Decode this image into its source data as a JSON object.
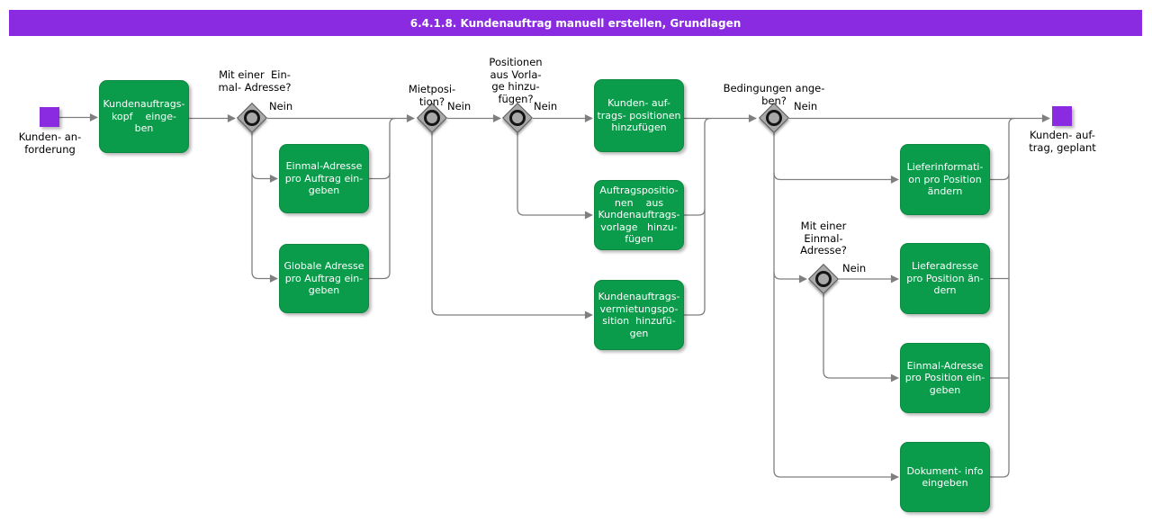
{
  "title": "6.4.1.8. Kundenauftrag manuell erstellen, Grundlagen",
  "colors": {
    "accent_purple": "#8A2BE2",
    "task_green": "#0A9B4B",
    "line_gray": "#7F7F7F",
    "gateway_gray": "#A9A9A9"
  },
  "start_node": {
    "label": "Kunden- an-\nforderung"
  },
  "end_node": {
    "label": "Kunden- auf-\ntrag, geplant"
  },
  "tasks": [
    {
      "id": "kundenauftragskopf-eingeben",
      "label": "Kundenauftrags-\nkopf    einge-\nben"
    },
    {
      "id": "einmal-adresse-pro-auftrag-eingeben",
      "label": "Einmal-Adresse\npro Auftrag ein-\ngeben"
    },
    {
      "id": "globale-adresse-pro-auftrag-eingeben",
      "label": "Globale Adresse\npro Auftrag ein-\ngeben"
    },
    {
      "id": "kundenauftragspositionen-hinzufuegen",
      "label": "Kunden- auf-\ntrags- positionen\nhinzufügen"
    },
    {
      "id": "auftragspositionen-aus-vorlage",
      "label": "Auftragspositio-\nnen    aus\nKundenauftrags-\nvorlage   hinzu-\nfügen"
    },
    {
      "id": "vermietungsposition-hinzufuegen",
      "label": "Kundenauftrags-\nvermietungspo-\nsition  hinzufü-\ngen"
    },
    {
      "id": "lieferinformation-pro-position-aendern",
      "label": "Lieferinformati-\non pro Position\nändern"
    },
    {
      "id": "lieferadresse-pro-position-aendern",
      "label": "Lieferadresse\npro Position än-\ndern"
    },
    {
      "id": "einmal-adresse-pro-position-eingeben",
      "label": "Einmal-Adresse\npro Position ein-\ngeben"
    },
    {
      "id": "dokument-info-eingeben",
      "label": "Dokument- info\neingeben"
    }
  ],
  "decisions": [
    {
      "id": "mit-einer-einmal-adresse",
      "question": "Mit einer  Ein-\nmal- Adresse?",
      "no_label": "Nein"
    },
    {
      "id": "mietposition",
      "question": "Mietposi-\ntion?",
      "no_label": "Nein"
    },
    {
      "id": "positionen-aus-vorlage-hinzufuegen",
      "question": "Positionen\naus Vorla-\nge hinzu-\nfügen?",
      "no_label": "Nein"
    },
    {
      "id": "bedingungen-angeben",
      "question": "Bedingungen ange-\nben?",
      "no_label": "Nein"
    },
    {
      "id": "mit-einer-einmal-adresse-position",
      "question": "Mit einer\nEinmal-\nAdresse?",
      "no_label": "Nein"
    }
  ]
}
